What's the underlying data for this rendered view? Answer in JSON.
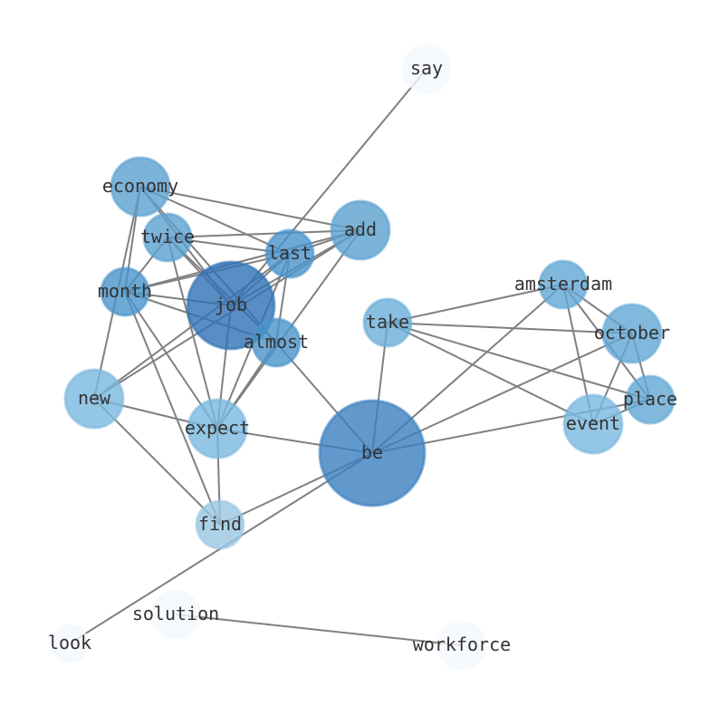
{
  "graph": {
    "nodes": [
      {
        "id": "say",
        "label": "say",
        "color": "#f4f8fd"
      },
      {
        "id": "economy",
        "label": "economy",
        "color": "#5ba0d0"
      },
      {
        "id": "twice",
        "label": "twice",
        "color": "#5ba0d0"
      },
      {
        "id": "add",
        "label": "add",
        "color": "#5ba0d0"
      },
      {
        "id": "last",
        "label": "last",
        "color": "#4a94cb"
      },
      {
        "id": "month",
        "label": "month",
        "color": "#4a94cb"
      },
      {
        "id": "job",
        "label": "job",
        "color": "#2f72b6"
      },
      {
        "id": "almost",
        "label": "almost",
        "color": "#4a94cb"
      },
      {
        "id": "take",
        "label": "take",
        "color": "#6aaed8"
      },
      {
        "id": "amsterdam",
        "label": "amsterdam",
        "color": "#62a8d6"
      },
      {
        "id": "october",
        "label": "october",
        "color": "#62a8d6"
      },
      {
        "id": "place",
        "label": "place",
        "color": "#62a8d6"
      },
      {
        "id": "event",
        "label": "event",
        "color": "#79b8de"
      },
      {
        "id": "new",
        "label": "new",
        "color": "#79b8de"
      },
      {
        "id": "expect",
        "label": "expect",
        "color": "#79b8de"
      },
      {
        "id": "be",
        "label": "be",
        "color": "#3a80c0"
      },
      {
        "id": "find",
        "label": "find",
        "color": "#99c7e2"
      },
      {
        "id": "solution",
        "label": "solution",
        "color": "#f4f8fd"
      },
      {
        "id": "look",
        "label": "look",
        "color": "#f4f8fd"
      },
      {
        "id": "workforce",
        "label": "workforce",
        "color": "#f4f8fd"
      }
    ],
    "edges": [
      [
        "say",
        "job"
      ],
      [
        "economy",
        "add"
      ],
      [
        "economy",
        "last"
      ],
      [
        "economy",
        "job"
      ],
      [
        "economy",
        "almost"
      ],
      [
        "economy",
        "month"
      ],
      [
        "economy",
        "new"
      ],
      [
        "twice",
        "add"
      ],
      [
        "twice",
        "last"
      ],
      [
        "twice",
        "month"
      ],
      [
        "twice",
        "job"
      ],
      [
        "twice",
        "almost"
      ],
      [
        "twice",
        "expect"
      ],
      [
        "month",
        "last"
      ],
      [
        "month",
        "add"
      ],
      [
        "month",
        "job"
      ],
      [
        "month",
        "almost"
      ],
      [
        "month",
        "find"
      ],
      [
        "month",
        "expect"
      ],
      [
        "last",
        "job"
      ],
      [
        "last",
        "almost"
      ],
      [
        "last",
        "expect"
      ],
      [
        "add",
        "job"
      ],
      [
        "add",
        "expect"
      ],
      [
        "add",
        "last"
      ],
      [
        "new",
        "last"
      ],
      [
        "new",
        "add"
      ],
      [
        "new",
        "expect"
      ],
      [
        "new",
        "find"
      ],
      [
        "job",
        "expect"
      ],
      [
        "almost",
        "expect"
      ],
      [
        "almost",
        "be"
      ],
      [
        "expect",
        "be"
      ],
      [
        "expect",
        "find"
      ],
      [
        "find",
        "be"
      ],
      [
        "be",
        "look"
      ],
      [
        "take",
        "be"
      ],
      [
        "take",
        "amsterdam"
      ],
      [
        "take",
        "october"
      ],
      [
        "take",
        "place"
      ],
      [
        "take",
        "event"
      ],
      [
        "amsterdam",
        "be"
      ],
      [
        "amsterdam",
        "october"
      ],
      [
        "amsterdam",
        "place"
      ],
      [
        "amsterdam",
        "event"
      ],
      [
        "october",
        "be"
      ],
      [
        "october",
        "event"
      ],
      [
        "october",
        "place"
      ],
      [
        "be",
        "place"
      ],
      [
        "event",
        "place"
      ],
      [
        "solution",
        "workforce"
      ]
    ],
    "edge_color": "#808080"
  }
}
